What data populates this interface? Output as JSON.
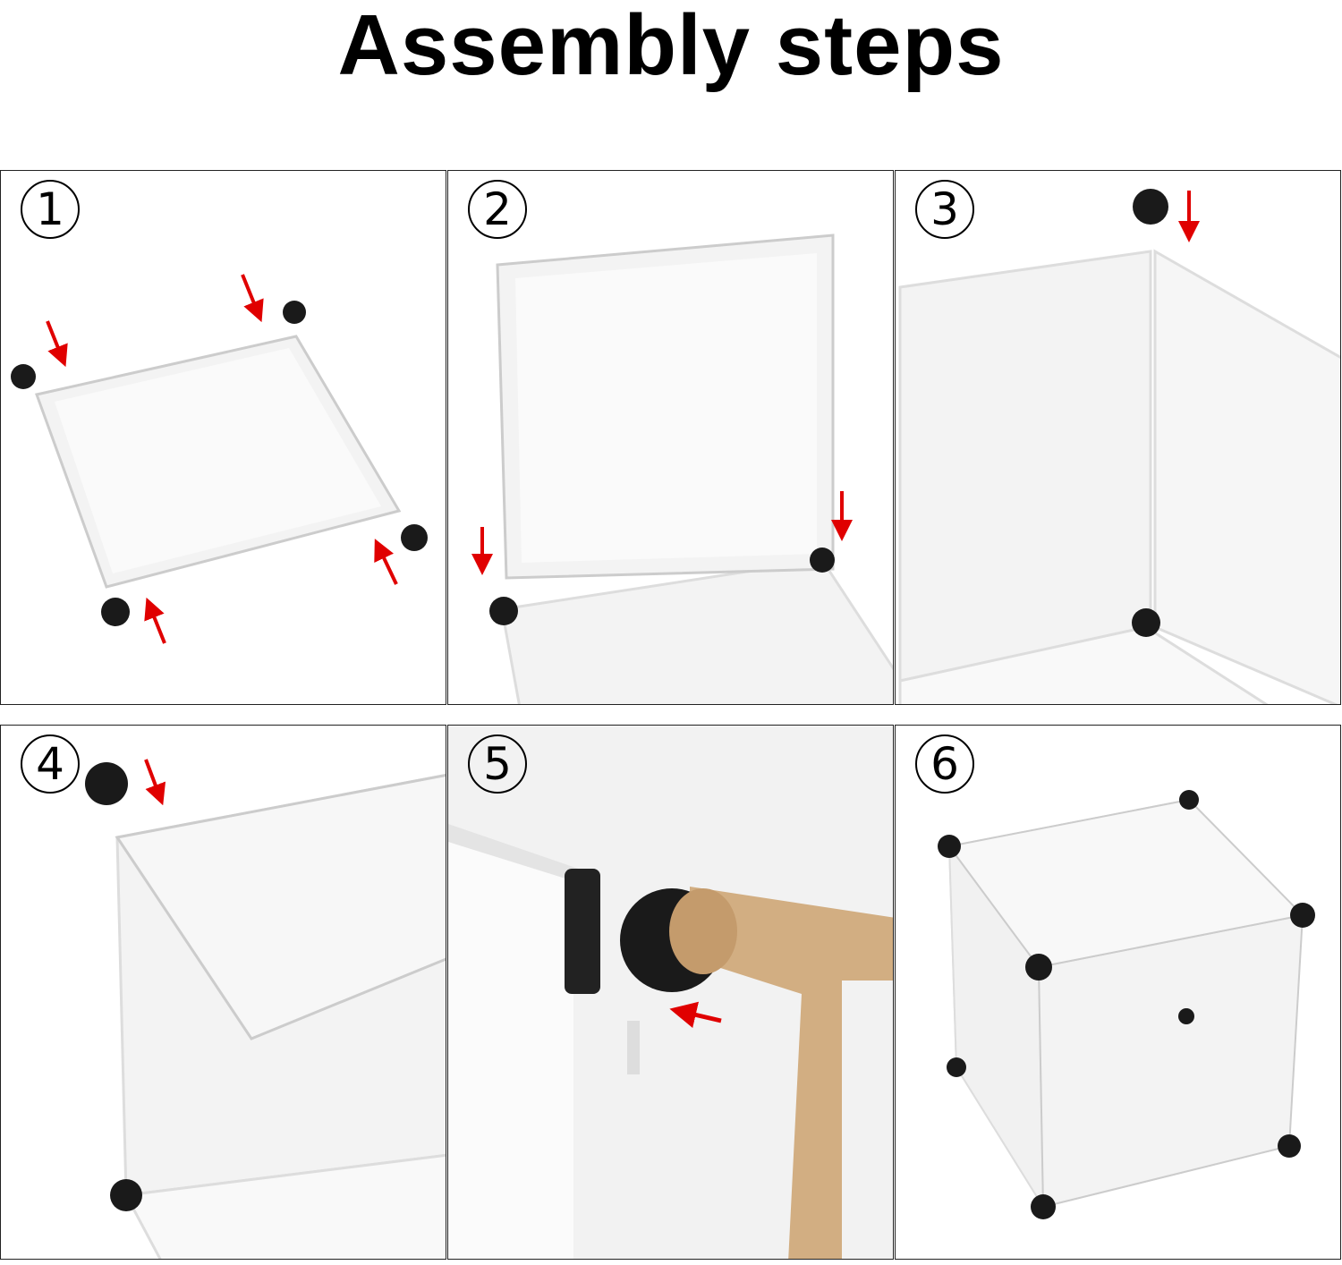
{
  "title": "Assembly steps",
  "steps": [
    {
      "number": "1"
    },
    {
      "number": "2"
    },
    {
      "number": "3"
    },
    {
      "number": "4"
    },
    {
      "number": "5"
    },
    {
      "number": "6"
    }
  ],
  "colors": {
    "arrow": "#e00000",
    "connector": "#1a1a1a",
    "panel": "#f4f4f4",
    "rod": "#d2ae82"
  }
}
